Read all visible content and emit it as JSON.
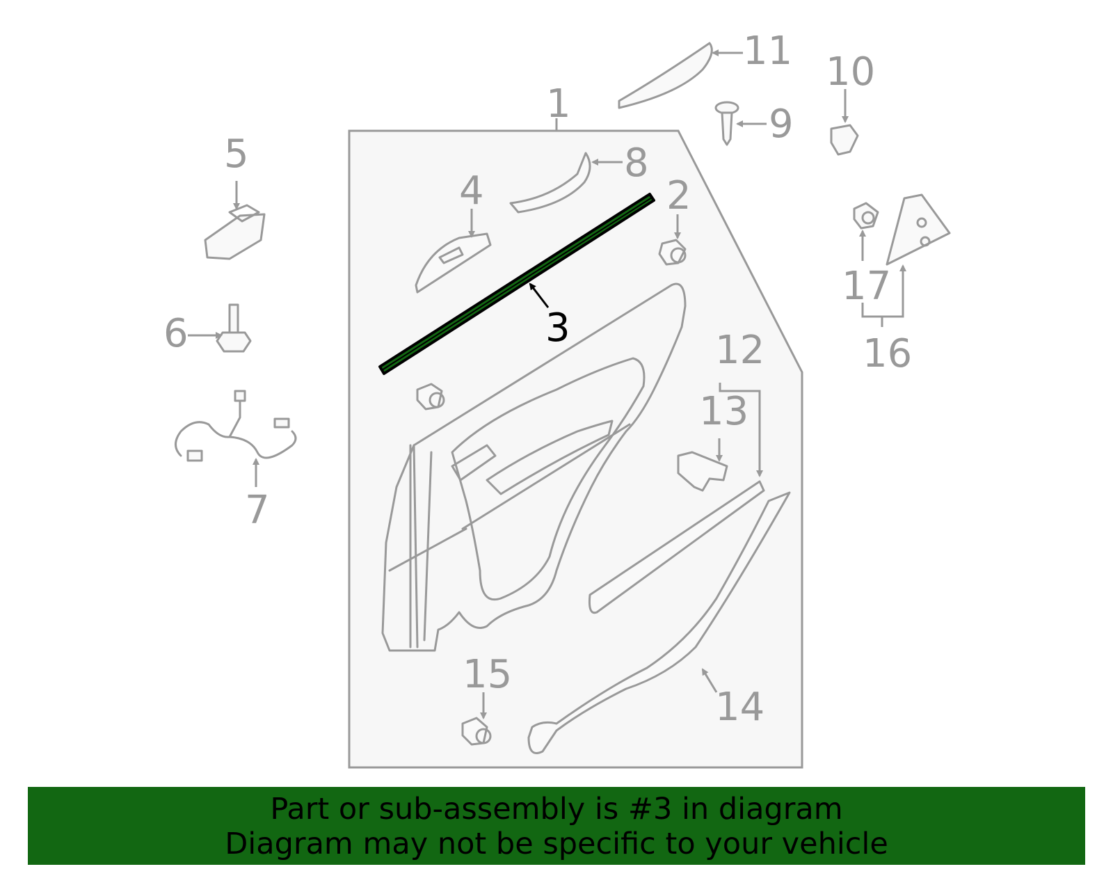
{
  "diagram": {
    "highlighted_part": "3",
    "callouts": [
      "1",
      "2",
      "3",
      "4",
      "5",
      "6",
      "7",
      "8",
      "9",
      "10",
      "11",
      "12",
      "13",
      "14",
      "15",
      "16",
      "17"
    ]
  },
  "banner": {
    "line1": "Part or sub-assembly is #3 in diagram",
    "line2": "Diagram may not be specific to your vehicle"
  },
  "colors": {
    "line": "#999999",
    "highlight_part": "#126712",
    "banner_bg": "#126712",
    "panel_bg": "#f7f7f7"
  }
}
